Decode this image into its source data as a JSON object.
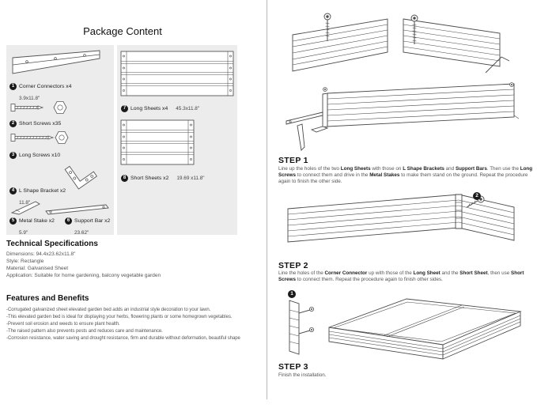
{
  "page_title": "Package Content",
  "parts": [
    {
      "num": "1",
      "label": "Corner Connectors x4",
      "dim": "3.9x11.8\""
    },
    {
      "num": "2",
      "label": "Short Screws x35",
      "dim": ""
    },
    {
      "num": "3",
      "label": "Long Screws x10",
      "dim": ""
    },
    {
      "num": "4",
      "label": "L Shape Bracket x2",
      "dim": "11.8\""
    },
    {
      "num": "5",
      "label": "Metal Stake x2",
      "dim": "5.9\""
    },
    {
      "num": "6",
      "label": "Support Bar x2",
      "dim": "23.62\""
    },
    {
      "num": "7",
      "label": "Long Sheets x4",
      "dim": "45.3x11.8\""
    },
    {
      "num": "8",
      "label": "Short Sheets x2",
      "dim": "19.69 x11.8\""
    }
  ],
  "tech_specs": {
    "heading": "Technical Specifications",
    "lines": [
      "Dimensions: 94.4x23.62x11.8\"",
      "Style: Rectangle",
      "Material: Galvanised Sheet",
      "Application: Suitable for home gardening, balcony vegetable garden"
    ]
  },
  "features": {
    "heading": "Features and Benefits",
    "lines": [
      "-Corrugated galvanized sheet elevated garden bed adds an industrial style decoration to your lawn.",
      "-This elevated garden bed is ideal for displaying your herbs, flowering plants or some homegrown vegetables.",
      "-Prevent soil erosion and weeds to ensure plant health.",
      "-The raised pattern also prevents pests and reduces care and maintenance.",
      "-Corrosion resistance, water saving and drought resistance, firm and durable without deformation, beautiful shape"
    ]
  },
  "steps": [
    {
      "title": "STEP 1",
      "marker": "",
      "segments": [
        {
          "t": "Line up the holes of the two "
        },
        {
          "t": "Long Sheets",
          "b": true
        },
        {
          "t": " with those on "
        },
        {
          "t": "L Shape Brackets",
          "b": true
        },
        {
          "t": " and "
        },
        {
          "t": "Support Bars",
          "b": true
        },
        {
          "t": ". Then use the "
        },
        {
          "t": "Long Screws",
          "b": true
        },
        {
          "t": " to connect them and drive in the "
        },
        {
          "t": "Metal Stakes",
          "b": true
        },
        {
          "t": " to make them stand on the ground. Repeat the procedure again to finish the other side."
        }
      ]
    },
    {
      "title": "STEP 2",
      "marker": "2",
      "segments": [
        {
          "t": "Line the holes of the "
        },
        {
          "t": "Corner Connector",
          "b": true
        },
        {
          "t": " up with those of the "
        },
        {
          "t": "Long Sheet",
          "b": true
        },
        {
          "t": " and the "
        },
        {
          "t": "Short Sheet",
          "b": true
        },
        {
          "t": ", then use "
        },
        {
          "t": "Short Screws",
          "b": true
        },
        {
          "t": " to connect them. Repeat the procedure again to finish other sides."
        }
      ]
    },
    {
      "title": "STEP 3",
      "marker": "1",
      "segments": [
        {
          "t": "Finish the installation."
        }
      ]
    }
  ],
  "colors": {
    "panel_bg": "#ececec",
    "line_art": "#555555",
    "badge_bg": "#1a1a1a"
  }
}
